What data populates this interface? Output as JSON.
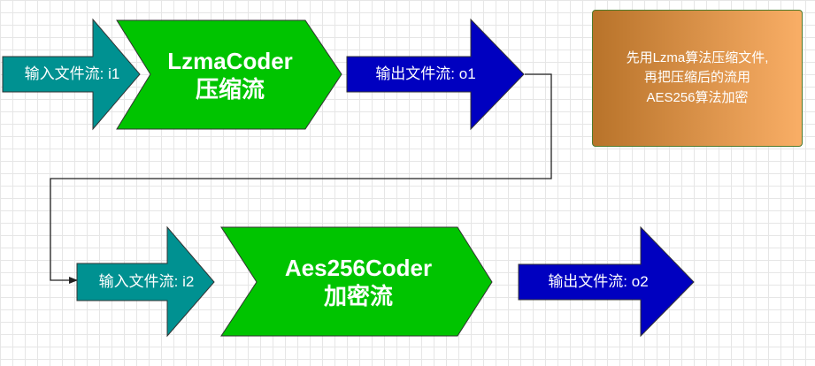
{
  "flow1": {
    "input_label": "输入文件流: i1",
    "coder_title": "LzmaCoder",
    "coder_subtitle": "压缩流",
    "output_label": "输出文件流: o1"
  },
  "flow2": {
    "input_label": "输入文件流: i2",
    "coder_title": "Aes256Coder",
    "coder_subtitle": "加密流",
    "output_label": "输出文件流: o2"
  },
  "note": {
    "lines": [
      "先用Lzma算法压缩文件,",
      "再把压缩后的流用",
      "AES256算法加密"
    ]
  },
  "colors": {
    "input_arrow": "#009191",
    "coder_chevron": "#00c400",
    "output_arrow": "#0000c0",
    "stroke": "#333333",
    "connector": "#222222"
  }
}
